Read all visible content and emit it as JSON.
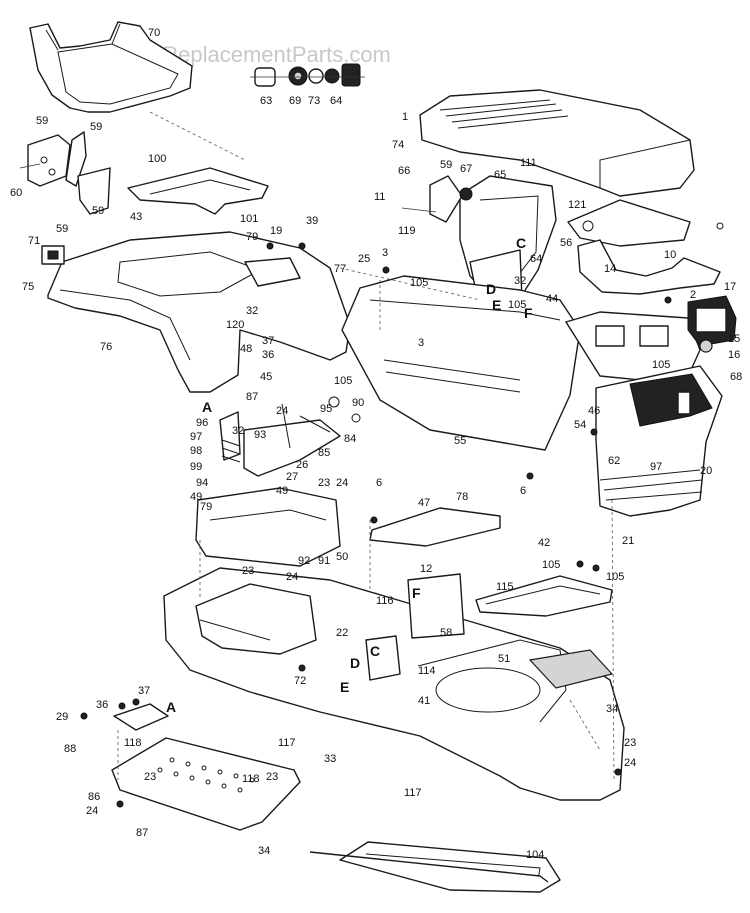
{
  "watermark": "eReplacementParts.com",
  "part_numbers": {
    "p70": "70",
    "p63": "63",
    "p69": "69",
    "p73": "73",
    "p64a": "64",
    "p1": "1",
    "p74": "74",
    "p66": "66",
    "p59c": "59",
    "p67": "67",
    "p111": "111",
    "p65": "65",
    "p59a": "59",
    "p59b": "59",
    "p60": "60",
    "p59d": "59",
    "p59e": "59",
    "p100": "100",
    "p101": "101",
    "p43": "43",
    "p79a": "79",
    "p19": "19",
    "p39": "39",
    "p11": "11",
    "p119": "119",
    "p121": "121",
    "p56": "56",
    "p10": "10",
    "p14": "14",
    "p71": "71",
    "p75": "75",
    "p76": "76",
    "p25": "25",
    "p3a": "3",
    "p77": "77",
    "p105a": "105",
    "p64b": "64",
    "p32a": "32",
    "p105b": "105",
    "p44": "44",
    "p2": "2",
    "p17": "17",
    "p3b": "3",
    "p32b": "32",
    "p120": "120",
    "p48": "48",
    "p37a": "37",
    "p36a": "36",
    "p105c": "105",
    "p15": "15",
    "p16": "16",
    "p45": "45",
    "p105d": "105",
    "p68": "68",
    "p87a": "87",
    "p96": "96",
    "p97a": "97",
    "p98": "98",
    "p99": "99",
    "p94": "94",
    "p49a": "49",
    "p32c": "32",
    "p93": "93",
    "p24a": "24",
    "p95": "95",
    "p90": "90",
    "p84": "84",
    "p85": "85",
    "p26": "26",
    "p27": "27",
    "p49b": "49",
    "p79b": "79",
    "p55": "55",
    "p62": "62",
    "p54": "54",
    "p46": "46",
    "p97b": "97",
    "p20": "20",
    "p21": "21",
    "p6a": "6",
    "p6b": "6",
    "p23a": "23",
    "p24b": "24",
    "p92": "92",
    "p91": "91",
    "p50": "50",
    "p47": "47",
    "p78": "78",
    "p23b": "23",
    "p24c": "24",
    "p42": "42",
    "p105e": "105",
    "p105f": "105",
    "p115": "115",
    "p12": "12",
    "p116": "116",
    "p22": "22",
    "p58": "58",
    "p114": "114",
    "p51": "51",
    "p72": "72",
    "p41": "41",
    "p29": "29",
    "p36b": "36",
    "p37b": "37",
    "p88": "88",
    "p118a": "118",
    "p117a": "117",
    "p33": "33",
    "p34a": "34",
    "p23c": "23",
    "p86": "86",
    "p24d": "24",
    "p118b": "118",
    "p23d": "23",
    "p87b": "87",
    "p34b": "34",
    "p117b": "117",
    "p23e": "23",
    "p24e": "24",
    "p104": "104"
  },
  "reference_letters": {
    "a1": "A",
    "a2": "A",
    "c1": "C",
    "c2": "C",
    "d1": "D",
    "d2": "D",
    "e1": "E",
    "e2": "E",
    "f1": "F",
    "f2": "F"
  }
}
